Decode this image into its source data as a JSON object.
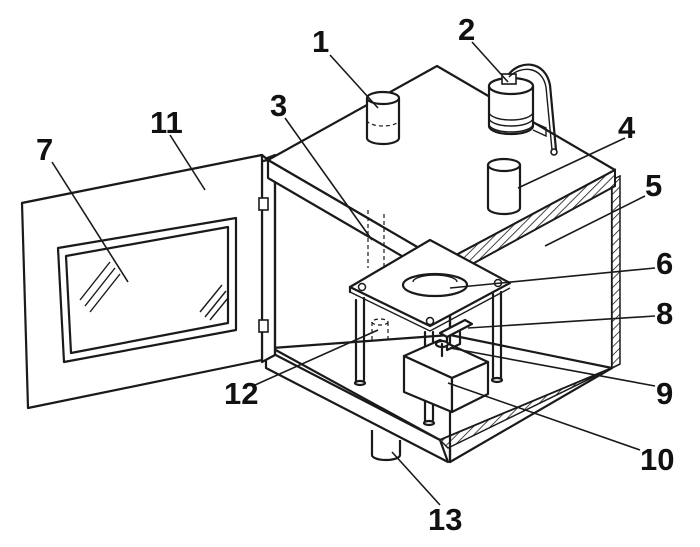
{
  "labels": [
    {
      "id": "1",
      "text": "1"
    },
    {
      "id": "2",
      "text": "2"
    },
    {
      "id": "3",
      "text": "3"
    },
    {
      "id": "4",
      "text": "4"
    },
    {
      "id": "5",
      "text": "5"
    },
    {
      "id": "6",
      "text": "6"
    },
    {
      "id": "7",
      "text": "7"
    },
    {
      "id": "8",
      "text": "8"
    },
    {
      "id": "9",
      "text": "9"
    },
    {
      "id": "10",
      "text": "10"
    },
    {
      "id": "11",
      "text": "11"
    },
    {
      "id": "12",
      "text": "12"
    },
    {
      "id": "13",
      "text": "13"
    }
  ]
}
